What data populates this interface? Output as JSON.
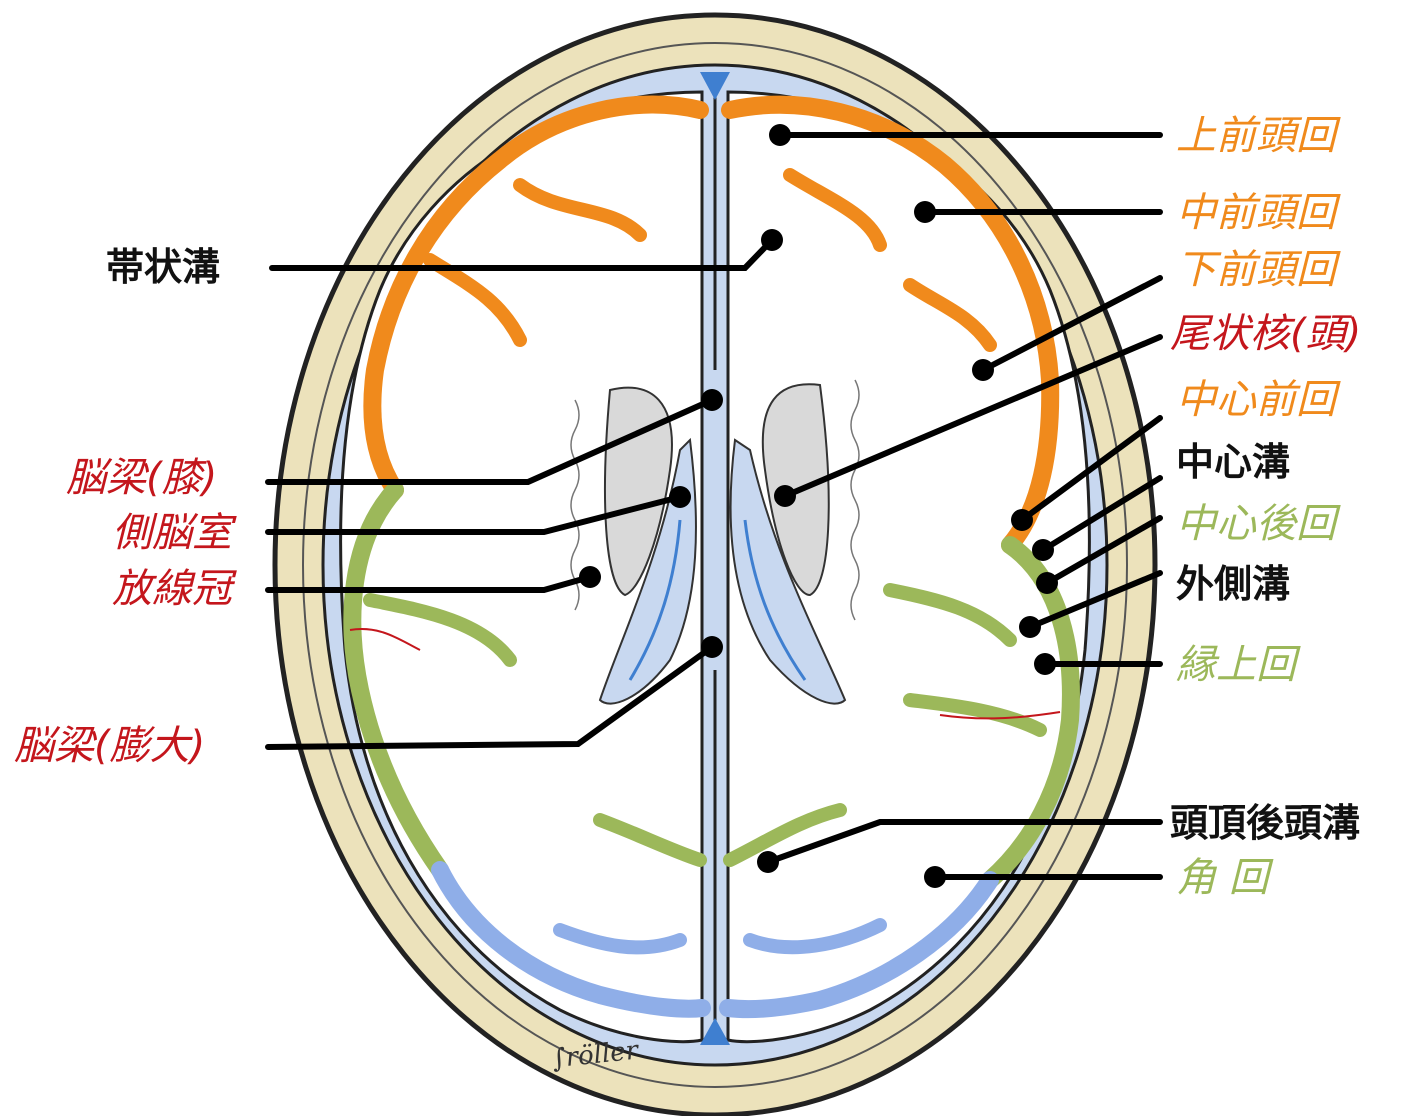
{
  "colors": {
    "frontal_orange": "#f08a1c",
    "parietal_green": "#9cb85a",
    "occipital_blue": "#8faee8",
    "label_red": "#c4161c",
    "label_black": "#111111",
    "skull_tan": "#ece2bb",
    "csf_blue": "#c8d8f0",
    "ventricle_blue": "#3f7fd0"
  },
  "labels": {
    "sup_frontal_gyrus": {
      "text": "上前頭回",
      "color": "#f08a1c",
      "style": "italic"
    },
    "mid_frontal_gyrus": {
      "text": "中前頭回",
      "color": "#f08a1c",
      "style": "italic"
    },
    "inf_frontal_gyrus": {
      "text": "下前頭回",
      "color": "#f08a1c",
      "style": "italic"
    },
    "caudate_head": {
      "text": "尾状核(頭)",
      "color": "#c4161c",
      "style": "italic"
    },
    "precentral_gyrus": {
      "text": "中心前回",
      "color": "#f08a1c",
      "style": "italic"
    },
    "central_sulcus": {
      "text": "中心溝",
      "color": "#111111",
      "style": "bold"
    },
    "postcentral_gyrus": {
      "text": "中心後回",
      "color": "#9cb85a",
      "style": "italic"
    },
    "lateral_sulcus": {
      "text": "外側溝",
      "color": "#111111",
      "style": "bold"
    },
    "supramarginal_gyrus": {
      "text": "縁上回",
      "color": "#9cb85a",
      "style": "italic"
    },
    "parieto_occipital_sulcus": {
      "text": "頭頂後頭溝",
      "color": "#111111",
      "style": "bold"
    },
    "angular_gyrus": {
      "text": "角 回",
      "color": "#9cb85a",
      "style": "italic"
    },
    "cingulate_sulcus": {
      "text": "帯状溝",
      "color": "#111111",
      "style": "bold"
    },
    "corpus_callosum_genu": {
      "text": "脳梁(膝)",
      "color": "#c4161c",
      "style": "italic"
    },
    "lateral_ventricle": {
      "text": "側脳室",
      "color": "#c4161c",
      "style": "italic"
    },
    "corona_radiata": {
      "text": "放線冠",
      "color": "#c4161c",
      "style": "italic"
    },
    "corpus_callosum_splenium": {
      "text": "脳梁(膨大)",
      "color": "#c4161c",
      "style": "italic"
    }
  }
}
